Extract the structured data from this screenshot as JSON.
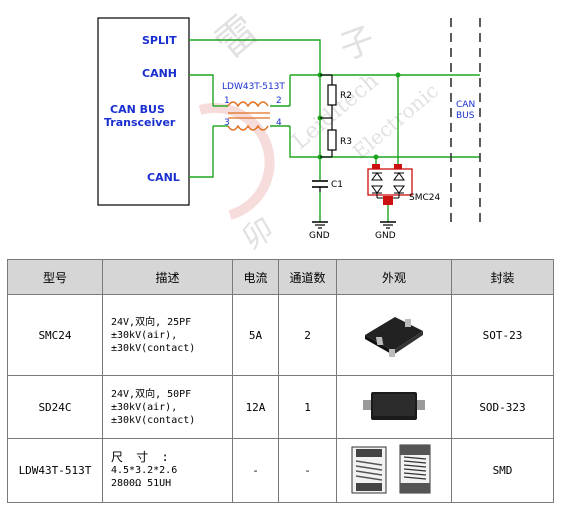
{
  "schematic": {
    "transceiver_label_1": "CAN BUS",
    "transceiver_label_2": "Transceiver",
    "pin_split": "SPLIT",
    "pin_canh": "CANH",
    "pin_canl": "CANL",
    "choke_label": "LDW43T-513T",
    "choke_pin_1": "1",
    "choke_pin_2": "2",
    "choke_pin_3": "3",
    "choke_pin_4": "4",
    "r2": "R2",
    "r3": "R3",
    "c1": "C1",
    "tvs_label": "SMC24",
    "gnd_1": "GND",
    "gnd_2": "GND",
    "bus_label_1": "CAN",
    "bus_label_2": "BUS",
    "watermark_logo": "雷卯电子 Leiditech Electronic",
    "colors": {
      "wire": "#1ea51e",
      "text": "#1a2fcf",
      "choke": "#e07020",
      "tvs": "#cc1111",
      "component": "#000000"
    }
  },
  "table": {
    "headers": [
      "型号",
      "描述",
      "电流",
      "通道数",
      "外观",
      "封装"
    ],
    "rows": [
      {
        "model": "SMC24",
        "desc": [
          "24V,双向, 25PF",
          "±30kV(air),",
          "±30kV(contact)"
        ],
        "current": "5A",
        "channels": "2",
        "appearance_icon": "sot23-package-icon",
        "package": "SOT-23"
      },
      {
        "model": "SD24C",
        "desc": [
          "24V,双向, 50PF",
          "±30kV(air),",
          "±30kV(contact)"
        ],
        "current": "12A",
        "channels": "1",
        "appearance_icon": "sod323-package-icon",
        "package": "SOD-323"
      },
      {
        "model": "LDW43T-513T",
        "desc": [
          "尺 寸 :",
          "4.5*3.2*2.6",
          "2800Ω 51UH"
        ],
        "current": "-",
        "channels": "-",
        "appearance_icon": "choke-winding-icon",
        "package": "SMD"
      }
    ]
  }
}
